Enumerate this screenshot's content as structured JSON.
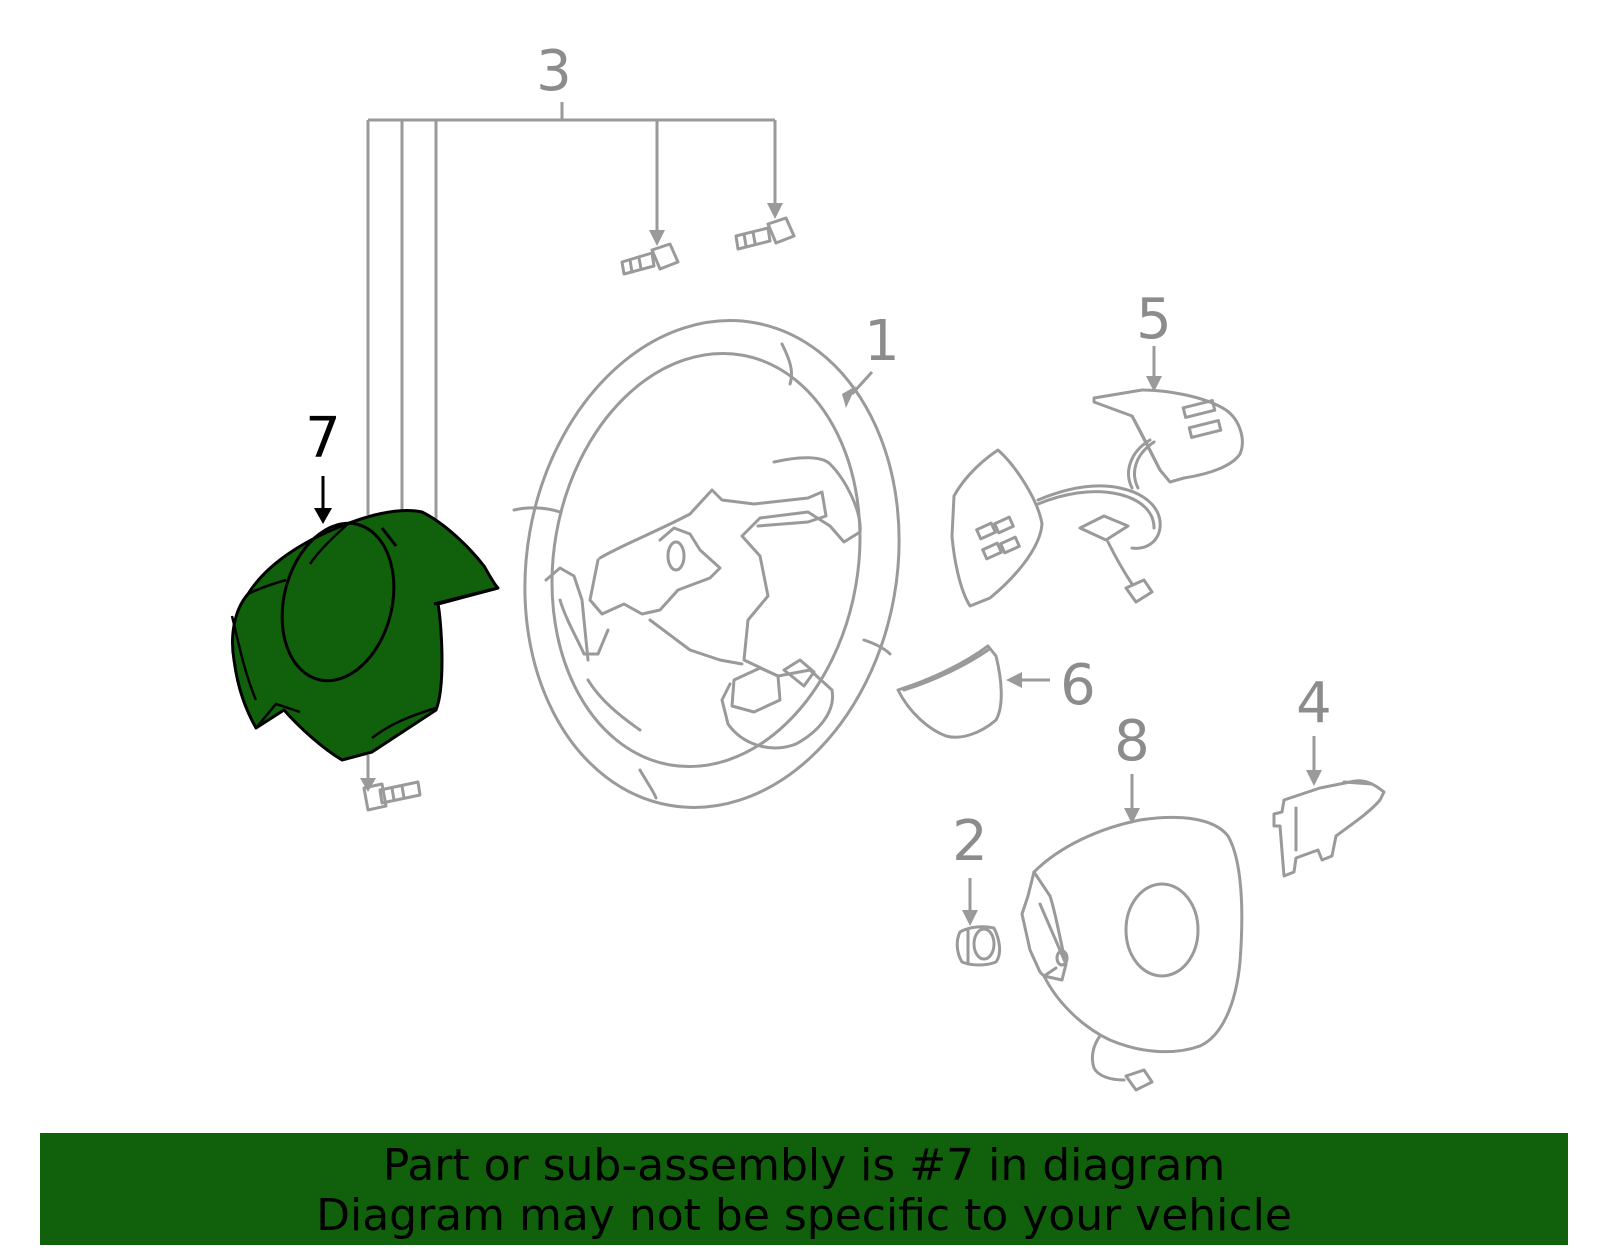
{
  "callouts": {
    "c1": "1",
    "c2": "2",
    "c3": "3",
    "c4": "4",
    "c5": "5",
    "c6": "6",
    "c7": "7",
    "c8": "8"
  },
  "banner": {
    "line1": "Part or sub-assembly is #7 in diagram",
    "line2": "Diagram may not be specific to your vehicle"
  },
  "colors": {
    "highlight": "#11600b",
    "line": "#9a9a9a",
    "active": "#000000"
  }
}
